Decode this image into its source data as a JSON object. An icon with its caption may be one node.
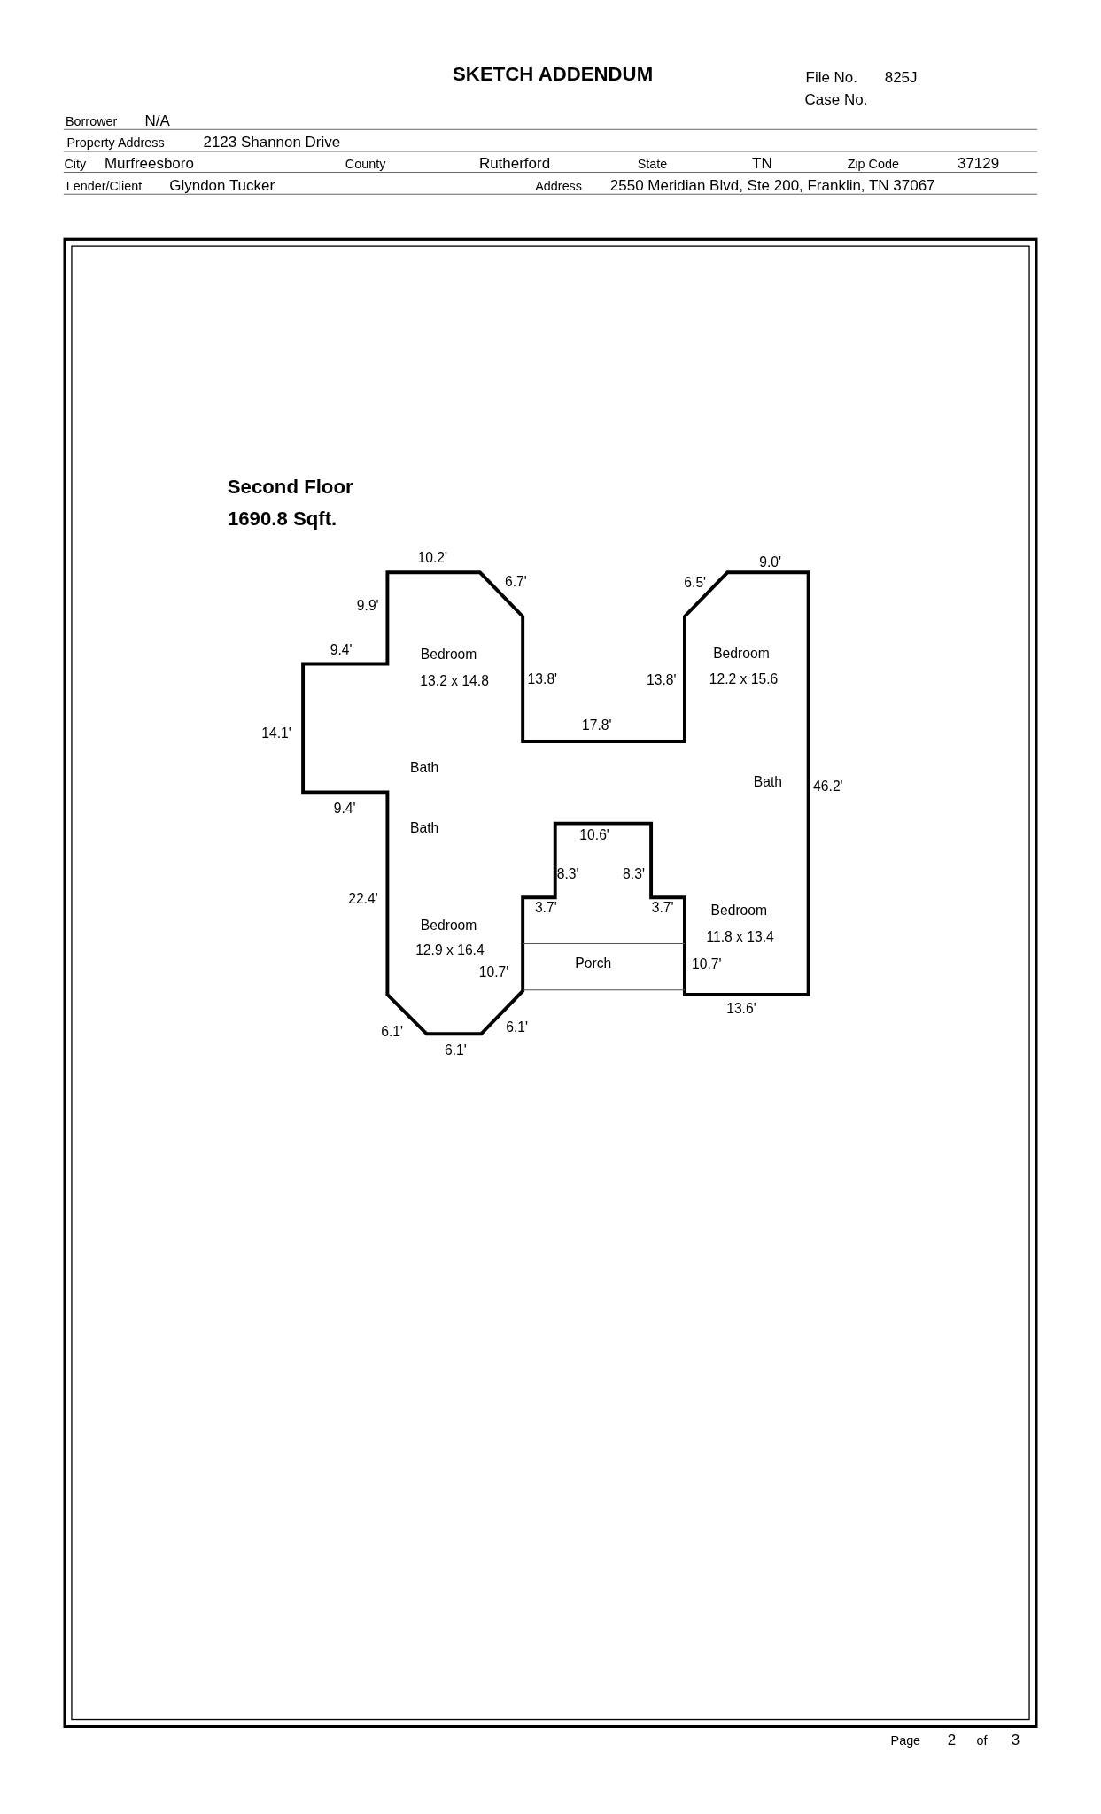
{
  "diagram": {
    "title": "SKETCH ADDENDUM",
    "labels": [
      "File No.",
      "825J",
      "Case No.",
      "Borrower",
      "N/A",
      "Property Address",
      "2123 Shannon Drive",
      "City",
      "Murfreesboro",
      "County",
      "Rutherford",
      "State",
      "TN",
      "Zip Code",
      "37129",
      "Lender/Client",
      "Glyndon Tucker",
      "Address",
      "2550 Meridian Blvd, Ste 200, Franklin, TN 37067",
      "Second Floor",
      "1690.8 Sqft.",
      "10.2'",
      "6.7'",
      "9.9'",
      "6.5'",
      "9.0'",
      "9.4'",
      "Bedroom",
      "13.2 x 14.8",
      "13.8'",
      "13.8'",
      "Bedroom",
      "12.2 x 15.6",
      "14.1'",
      "17.8'",
      "Bath",
      "Bath",
      "46.2'",
      "9.4'",
      "Bath",
      "10.6'",
      "8.3'",
      "8.3'",
      "22.4'",
      "3.7'",
      "3.7'",
      "Bedroom",
      "Bedroom",
      "11.8 x 13.4",
      "12.9 x 16.4",
      "Porch",
      "10.7'",
      "10.7'",
      "13.6'",
      "6.1'",
      "6.1'",
      "6.1'",
      "Page",
      "2",
      "of",
      "3"
    ]
  }
}
